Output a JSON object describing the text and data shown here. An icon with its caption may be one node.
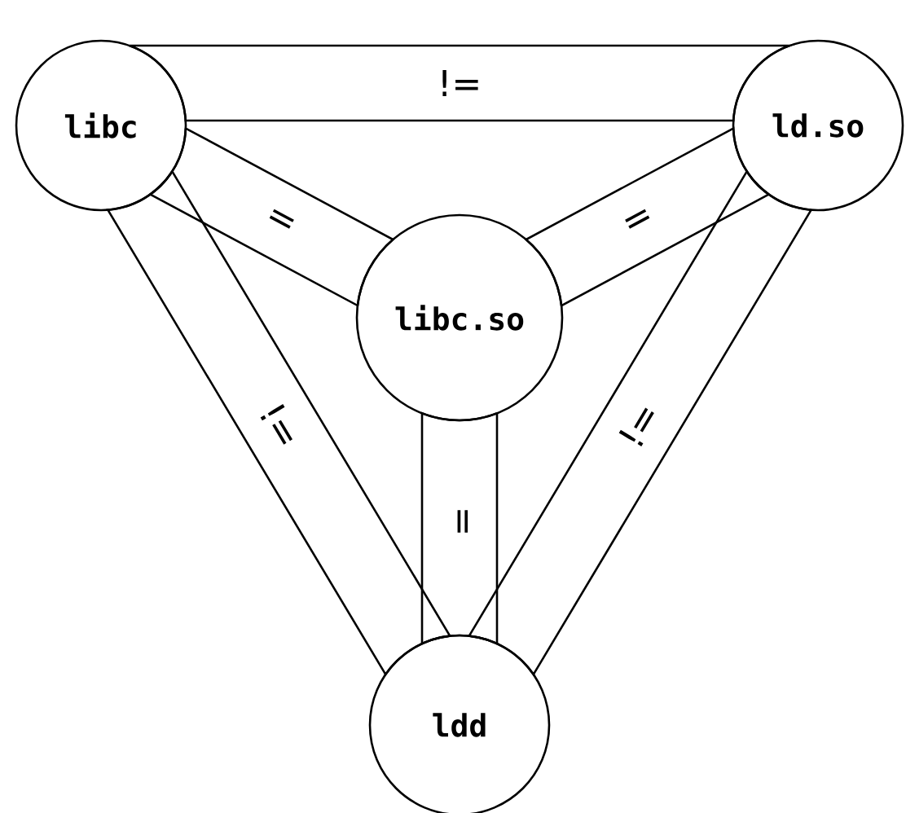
{
  "diagram": {
    "nodes": [
      {
        "text": [
          "libc"
        ]
      },
      {
        "text": [
          "ld.so"
        ]
      },
      {
        "text": [
          "libc.so"
        ]
      },
      {
        "text": [
          "ldd"
        ]
      }
    ],
    "edges": [
      {
        "from": 0,
        "to": 1,
        "arrow": "none",
        "label": "!="
      },
      {
        "from": 0,
        "to": 2,
        "arrow": "none",
        "label": "="
      },
      {
        "from": 1,
        "to": 2,
        "arrow": "none",
        "label": "="
      },
      {
        "from": 0,
        "to": 3,
        "arrow": "none",
        "label": "!="
      },
      {
        "from": 1,
        "to": 3,
        "arrow": "none",
        "label": "!="
      },
      {
        "from": 2,
        "to": 3,
        "arrow": "none",
        "label": "="
      }
    ]
  }
}
